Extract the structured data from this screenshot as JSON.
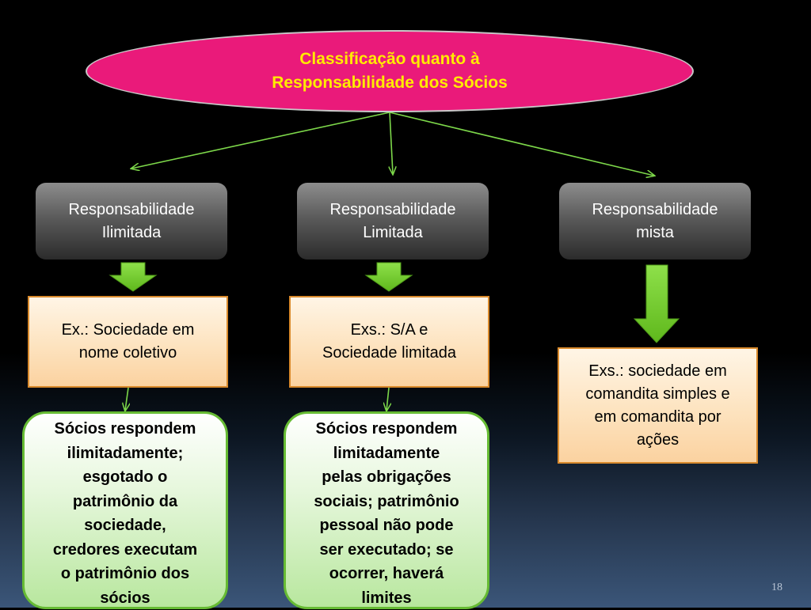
{
  "title": {
    "line1": "Classificação quanto à",
    "line2": "Responsabilidade dos Sócios"
  },
  "categories": [
    {
      "line1": "Responsabilidade",
      "line2": "Ilimitada"
    },
    {
      "line1": "Responsabilidade",
      "line2": "Limitada"
    },
    {
      "line1": "Responsabilidade",
      "line2": "mista"
    }
  ],
  "examples": [
    {
      "lines": [
        "Ex.: Sociedade em",
        "nome coletivo"
      ]
    },
    {
      "lines": [
        "Exs.: S/A e",
        "Sociedade limitada"
      ]
    },
    {
      "lines": [
        "Exs.: sociedade em",
        "comandita simples e",
        "em comandita por",
        "ações"
      ]
    }
  ],
  "details": [
    {
      "lines": [
        "Sócios respondem",
        "ilimitadamente;",
        "esgotado o",
        "patrimônio da",
        "sociedade,",
        "credores executam",
        "o patrimônio dos",
        "sócios"
      ]
    },
    {
      "lines": [
        "Sócios respondem",
        "limitadamente",
        "pelas obrigações",
        "sociais; patrimônio",
        "pessoal não pode",
        "ser executado; se",
        "ocorrer, haverá",
        "limites"
      ]
    }
  ],
  "colors": {
    "title_fill": "#ea1a7a",
    "title_text": "#ffeb00",
    "connector": "#7dd84a",
    "block_arrow": "#70c727"
  },
  "page_number": "18"
}
